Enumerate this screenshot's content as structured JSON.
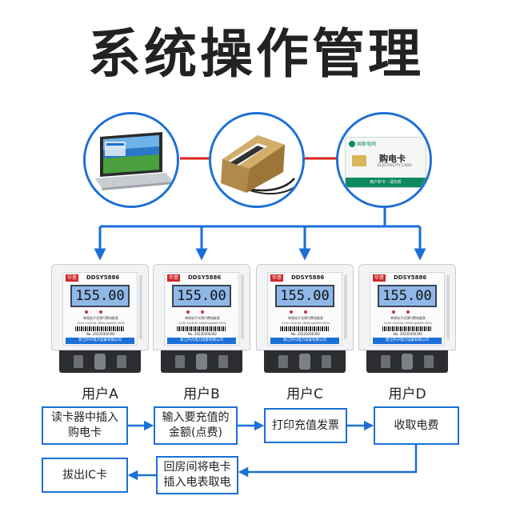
{
  "title": "系统操作管理",
  "card_text": {
    "brand": "国家电网",
    "title": "购电卡",
    "subtitle": "ELECTRICITY CARD",
    "footer": "用户护卡 · 请勿折"
  },
  "meter": {
    "brand": "华意",
    "model": "DDSY5886",
    "reading": "155.00",
    "type": "单相电子式预付费电能表",
    "spec": "220V 10(40)A 1600imp/kWh 50Hz",
    "serial": "No. 20220300392",
    "maker": "浙江阡兴电力设备有限公司"
  },
  "users": [
    "用户A",
    "用户B",
    "用户C",
    "用户D"
  ],
  "steps": [
    "读卡器中插入\n购电卡",
    "输入要充值的\n金额(点费)",
    "打印充值发票",
    "收取电费",
    "回房间将电卡\n插入电表取电",
    "拔出IC卡"
  ],
  "colors": {
    "accent": "#1b6fd8",
    "connector": "#d9231f"
  }
}
